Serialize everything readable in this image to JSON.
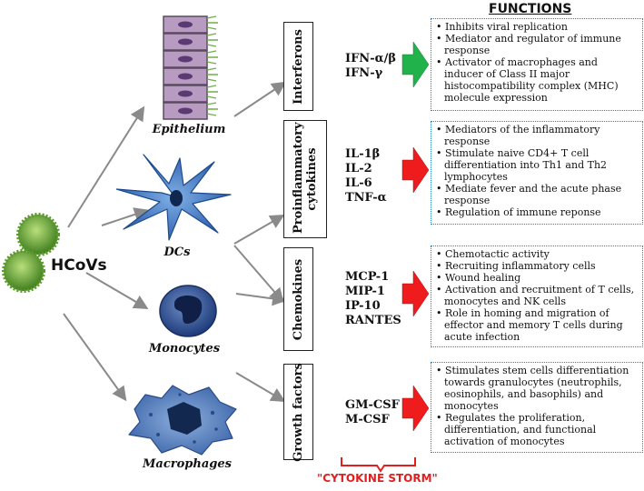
{
  "title": "FUNCTIONS",
  "virus_label": "HCoVs",
  "cells": [
    {
      "label": "Epithelium"
    },
    {
      "label": "DCs"
    },
    {
      "label": "Monocytes"
    },
    {
      "label": "Macrophages"
    }
  ],
  "categories": [
    {
      "label": "Interferons",
      "cytokines": [
        "IFN-α/β",
        "IFN-γ"
      ],
      "arrow_color": "#22b24c",
      "functions": [
        "Inhibits  viral replication",
        "Mediator and regulator of immune response",
        "Activator of macrophages and inducer of Class II major histocompatibility complex (MHC) molecule expression"
      ]
    },
    {
      "label": "Proinflammatory cytokines",
      "cytokines": [
        "IL-1β",
        "IL-2",
        "IL-6",
        "TNF-α"
      ],
      "arrow_color": "#ee1c1c",
      "functions": [
        "Mediators of the inflammatory response",
        "Stimulate naive CD4+ T cell differentiation into Th1 and Th2 lymphocytes",
        "Mediate   fever and the acute phase response",
        "Regulation of immune reponse"
      ]
    },
    {
      "label": "Chemokines",
      "cytokines": [
        "MCP-1",
        "MIP-1",
        "IP-10",
        "RANTES"
      ],
      "arrow_color": "#ee1c1c",
      "functions": [
        "Chemotactic activity",
        "Recruiting inflammatory cells",
        "Wound healing",
        "Activation and recruitment of T cells, monocytes and NK cells",
        "Role in homing and migration of effector and memory T cells during acute infection"
      ]
    },
    {
      "label": "Growth factors",
      "cytokines": [
        "GM-CSF",
        "M-CSF"
      ],
      "arrow_color": "#ee1c1c",
      "functions": [
        "Stimulates stem cells differentiation towards granulocytes (neutrophils, eosinophils, and basophils) and monocytes",
        "Regulates the proliferation, differentiation, and functional activation of monocytes"
      ]
    }
  ],
  "storm_label": "\"CYTOKINE STORM\""
}
